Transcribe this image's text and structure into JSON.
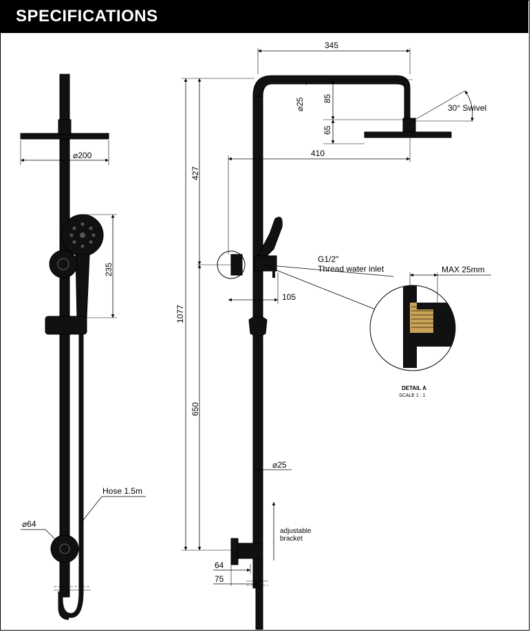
{
  "header": {
    "title": "SPECIFICATIONS"
  },
  "colors": {
    "header_bg": "#000000",
    "header_text": "#ffffff",
    "part": "#111111",
    "thread": "#c9a25a"
  },
  "front_view": {
    "head_diameter": "⌀200",
    "handset_height": "235",
    "hose_label": "Hose 1.5m",
    "outlet_diameter": "⌀64"
  },
  "side_view": {
    "arm_projection": "345",
    "rail_diameter_top": "⌀25",
    "drop_85": "85",
    "drop_65": "65",
    "swivel": "30° Swivel",
    "head_reach": "410",
    "upper_height": "427",
    "total_height": "1077",
    "inlet_label_1": "G1/2\"",
    "inlet_label_2": "Thread water inlet",
    "holder_projection": "105",
    "lower_height": "650",
    "rail_diameter": "⌀25",
    "bracket_label_1": "adjustable",
    "bracket_label_2": "bracket",
    "wall_64": "64",
    "wall_75": "75"
  },
  "detail": {
    "max_label": "MAX 25mm",
    "title": "DETAIL A",
    "scale": "SCALE 1 : 1"
  }
}
